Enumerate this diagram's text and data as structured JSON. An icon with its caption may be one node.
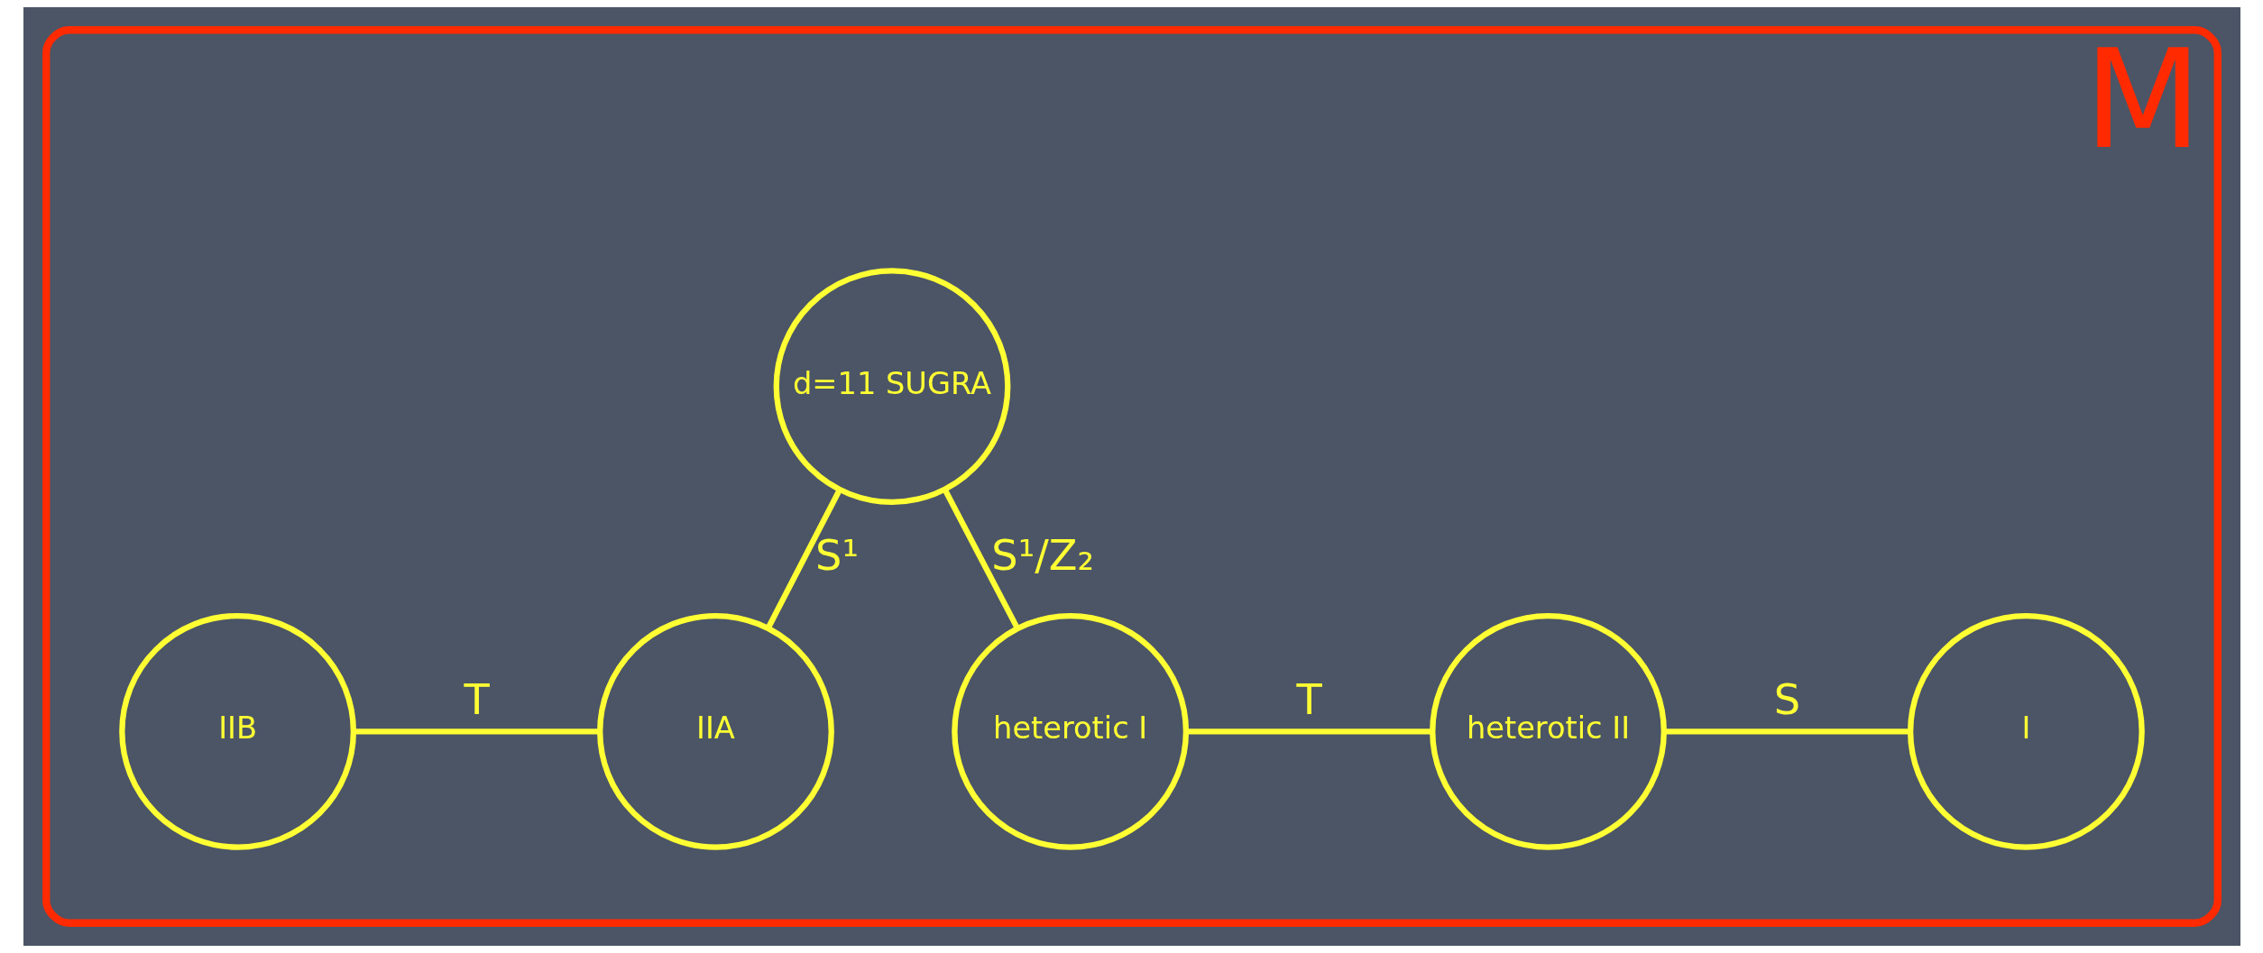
{
  "diagram": {
    "nodes": [
      {
        "text": [
          "M"
        ]
      },
      {
        "text": [
          "d=11 SUGRA"
        ],
        "in": 0
      },
      {
        "text": [
          "IIB"
        ],
        "in": 0
      },
      {
        "text": [
          "IIA"
        ],
        "in": 0
      },
      {
        "text": [
          "heterotic I"
        ],
        "in": 0
      },
      {
        "text": [
          "heterotic II"
        ],
        "in": 0
      },
      {
        "text": [
          "I"
        ],
        "in": 0
      }
    ],
    "edges": [
      {
        "from": 2,
        "to": 3,
        "arrow": "none",
        "label": "T"
      },
      {
        "from": 1,
        "to": 3,
        "arrow": "none",
        "label": "S¹"
      },
      {
        "from": 1,
        "to": 4,
        "arrow": "none",
        "label": "S¹/Z₂"
      },
      {
        "from": 4,
        "to": 5,
        "arrow": "none",
        "label": "T"
      },
      {
        "from": 5,
        "to": 6,
        "arrow": "none",
        "label": "S"
      }
    ]
  }
}
